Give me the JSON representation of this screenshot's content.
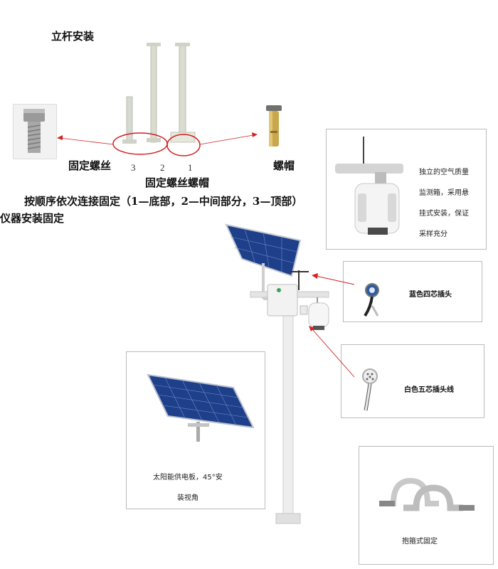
{
  "section_pole": {
    "title": "立杆安装",
    "label_bolt": "固定螺丝",
    "label_nut": "螺帽",
    "label_bolt_nut": "固定螺丝螺帽",
    "numbers": [
      "3",
      "2",
      "1"
    ],
    "instruction": "按顺序依次连接固定（1—底部，2—中间部分，3—顶部）"
  },
  "section_instrument": {
    "title": "仪器安装固定",
    "air_box_text": [
      "独立的空气质量",
      "监测箱，采用悬",
      "挂式安装，保证",
      "采样充分"
    ],
    "blue_plug": "蓝色四芯插头",
    "white_plug": "白色五芯插头线",
    "solar_text": [
      "太阳能供电板，45°安",
      "装视角"
    ],
    "clamp_text": "抱箍式固定"
  },
  "colors": {
    "callout_red": "#d42020",
    "panel_blue": "#1e3f8a",
    "pole_white": "#eeeeee"
  }
}
